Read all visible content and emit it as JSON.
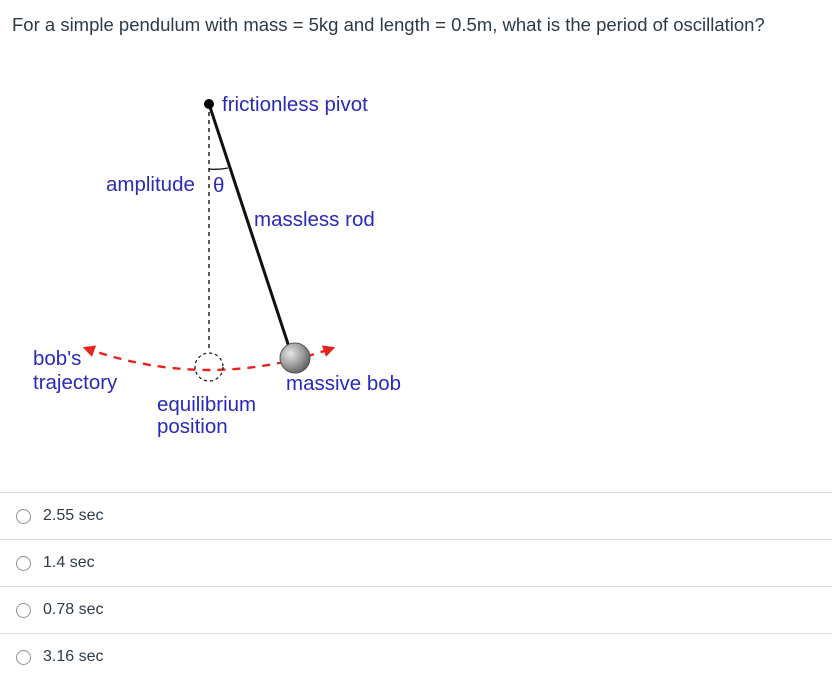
{
  "question": {
    "text": "For a simple pendulum with mass = 5kg and length = 0.5m, what is the period of oscillation?"
  },
  "figure": {
    "labels": {
      "pivot": "frictionless pivot",
      "amplitude": "amplitude",
      "theta": "θ",
      "rod": "massless rod",
      "trajectory_line1": "bob's",
      "trajectory_line2": "trajectory",
      "bob": "massive bob",
      "equilibrium_line1": "equilibrium",
      "equilibrium_line2": "position"
    },
    "colors": {
      "label_text": "#2a2ab8",
      "trajectory": "#e8231f",
      "rod": "#111111",
      "bob": "#8c8c8c"
    }
  },
  "answers": [
    {
      "label": "2.55 sec"
    },
    {
      "label": "1.4 sec"
    },
    {
      "label": "0.78 sec"
    },
    {
      "label": "3.16 sec"
    }
  ]
}
